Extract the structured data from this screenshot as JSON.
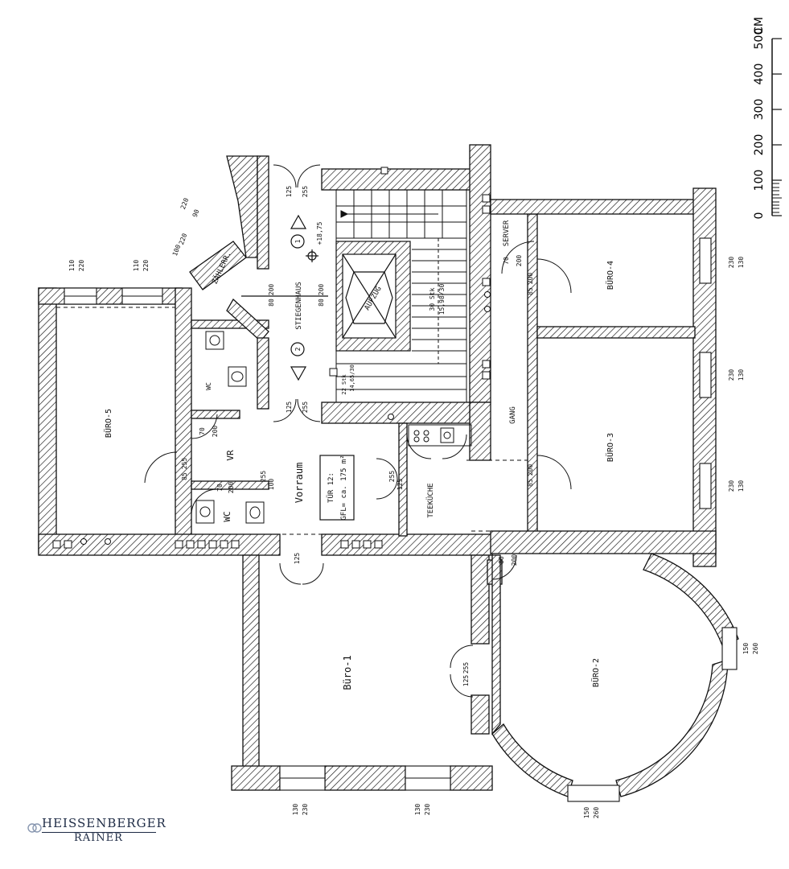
{
  "scale": {
    "unit": "CM",
    "ticks": [
      "500",
      "400",
      "300",
      "200",
      "100",
      "0"
    ]
  },
  "rooms": {
    "buero1": "Büro-1",
    "buero2": "BÜRO-2",
    "buero3": "BÜRO-3",
    "buero4": "BÜRO-4",
    "buero5": "BÜRO-5",
    "vorraum": "Vorraum",
    "gang": "GANG",
    "teekueche": "TEEKÜCHE",
    "stiegenhaus": "STIEGENHAUS",
    "aufzug": "AUFZUG",
    "server": "SERVER",
    "zaehlerr": "ZÄHLERR.",
    "wc1": "WC",
    "wc2": "WC",
    "vr": "VR"
  },
  "unit_box": {
    "line1": "TÜR 12:",
    "line2": "GFL= ca. 175 m²"
  },
  "stairs": {
    "upper": "30 Stk",
    "upper_dim": "15,98/30",
    "lower": "22 Stk",
    "lower_dim": "14,65/30",
    "level": "+18,75",
    "marker1": "1",
    "marker2": "2"
  },
  "dims": {
    "d110": "110",
    "d220": "220",
    "d230": "230",
    "d130": "130",
    "d125": "125",
    "d255": "255",
    "d200": "200",
    "d80": "80",
    "d85": "85",
    "d70": "70",
    "d100": "100",
    "d90": "90",
    "d150": "150",
    "d260": "260"
  },
  "logo": {
    "line1": "HEISSENBERGER",
    "line2": "RAINER"
  },
  "colors": {
    "ink": "#111111",
    "logo": "#1d2a44"
  }
}
